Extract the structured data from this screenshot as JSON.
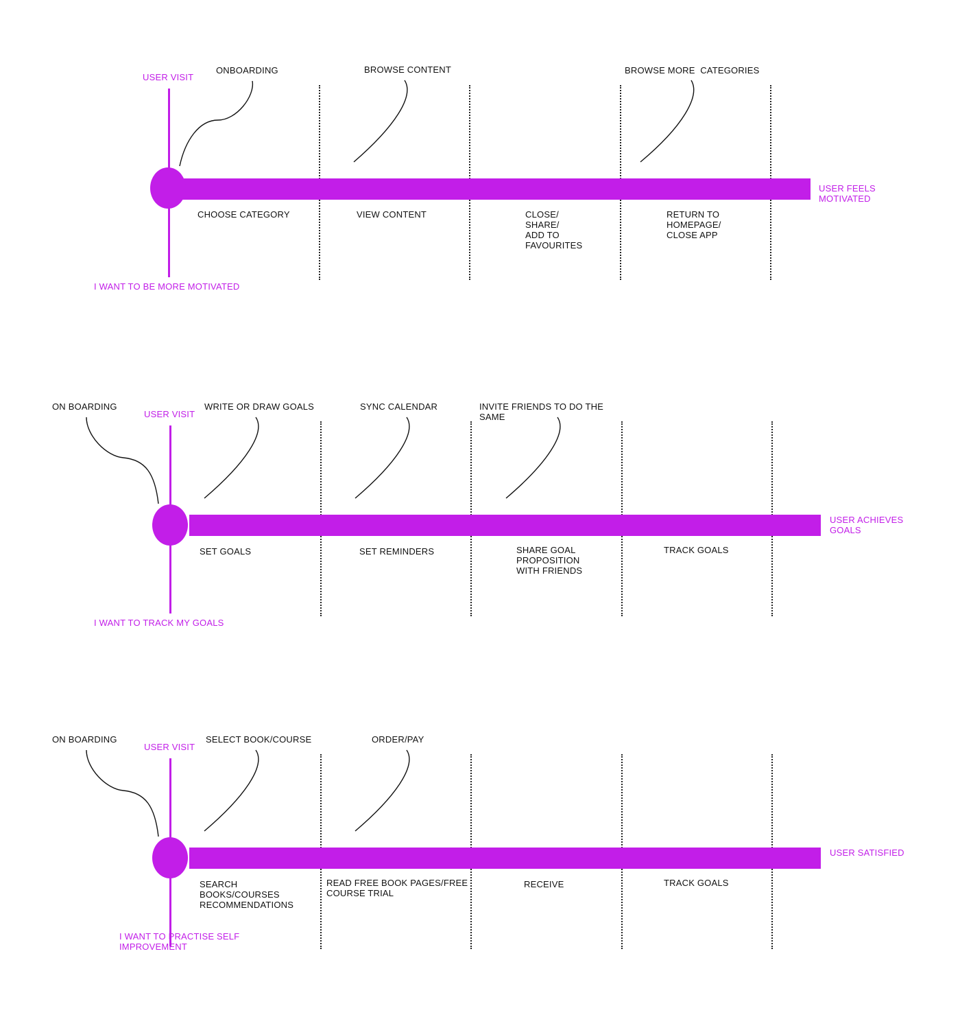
{
  "colors": {
    "accent": "#c21ee8",
    "text": "#111111"
  },
  "flows": [
    {
      "start_label": "USER VISIT",
      "need_label": "I WANT TO BE MORE MOTIVATED",
      "end_label": "USER FEELS\nMOTIVATED",
      "top_callouts": [
        "ONBOARDING",
        "BROWSE CONTENT",
        "BROWSE MORE  CATEGORIES"
      ],
      "steps": [
        "CHOOSE CATEGORY",
        "VIEW CONTENT",
        "CLOSE/\nSHARE/\nADD TO\nFAVOURITES",
        "RETURN TO\nHOMEPAGE/\nCLOSE APP"
      ]
    },
    {
      "start_label": "USER VISIT",
      "need_label": "I WANT TO TRACK MY GOALS",
      "end_label": "USER ACHIEVES\nGOALS",
      "left_callout": "ON BOARDING",
      "top_callouts": [
        "WRITE OR DRAW GOALS",
        "SYNC CALENDAR",
        "INVITE FRIENDS TO DO THE\nSAME"
      ],
      "steps": [
        "SET GOALS",
        "SET REMINDERS",
        "SHARE GOAL\nPROPOSITION\nWITH FRIENDS",
        "TRACK GOALS"
      ]
    },
    {
      "start_label": "USER VISIT",
      "need_label": "I WANT TO PRACTISE SELF\nIMPROVEMENT",
      "end_label": "USER SATISFIED",
      "left_callout": "ON BOARDING",
      "top_callouts": [
        "SELECT BOOK/COURSE",
        "ORDER/PAY"
      ],
      "steps": [
        "SEARCH\nBOOKS/COURSES\nRECOMMENDATIONS",
        "READ FREE BOOK PAGES/FREE\nCOURSE TRIAL",
        "RECEIVE",
        "TRACK GOALS"
      ]
    }
  ]
}
